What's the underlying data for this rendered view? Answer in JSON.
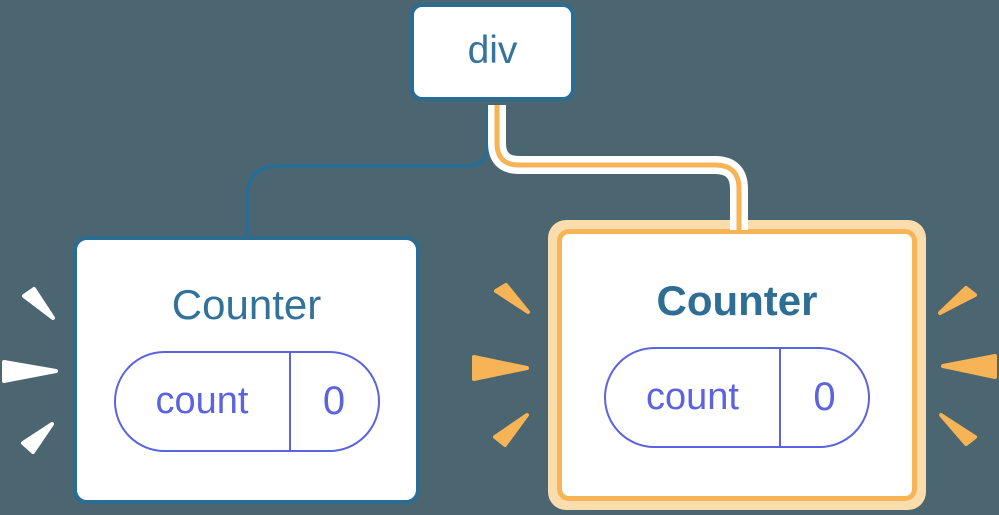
{
  "diagram": {
    "description": "React component tree: a root div element with two Counter component children, each holding a count state pill; the right Counter instance is highlighted",
    "background_color": "#4B6671",
    "root": {
      "label": "div"
    },
    "children": [
      {
        "label": "Counter",
        "state": {
          "key": "count",
          "value": "0"
        },
        "highlighted": false,
        "accent_color": "#2B6D92"
      },
      {
        "label": "Counter",
        "state": {
          "key": "count",
          "value": "0"
        },
        "highlighted": true,
        "accent_color": "#F6B456",
        "halo_color": "#FBDCAC"
      }
    ],
    "colors": {
      "node_border_blue": "#2B6D92",
      "node_text_blue": "#35749E",
      "edge_blue": "#2B6D92",
      "edge_orange": "#F6B456",
      "edge_outline_white": "#FFFFFF",
      "pill_indigo": "#5B63DF",
      "burst_white": "#FFFFFF",
      "burst_orange": "#F6B456",
      "card_background": "#FFFFFF"
    }
  }
}
